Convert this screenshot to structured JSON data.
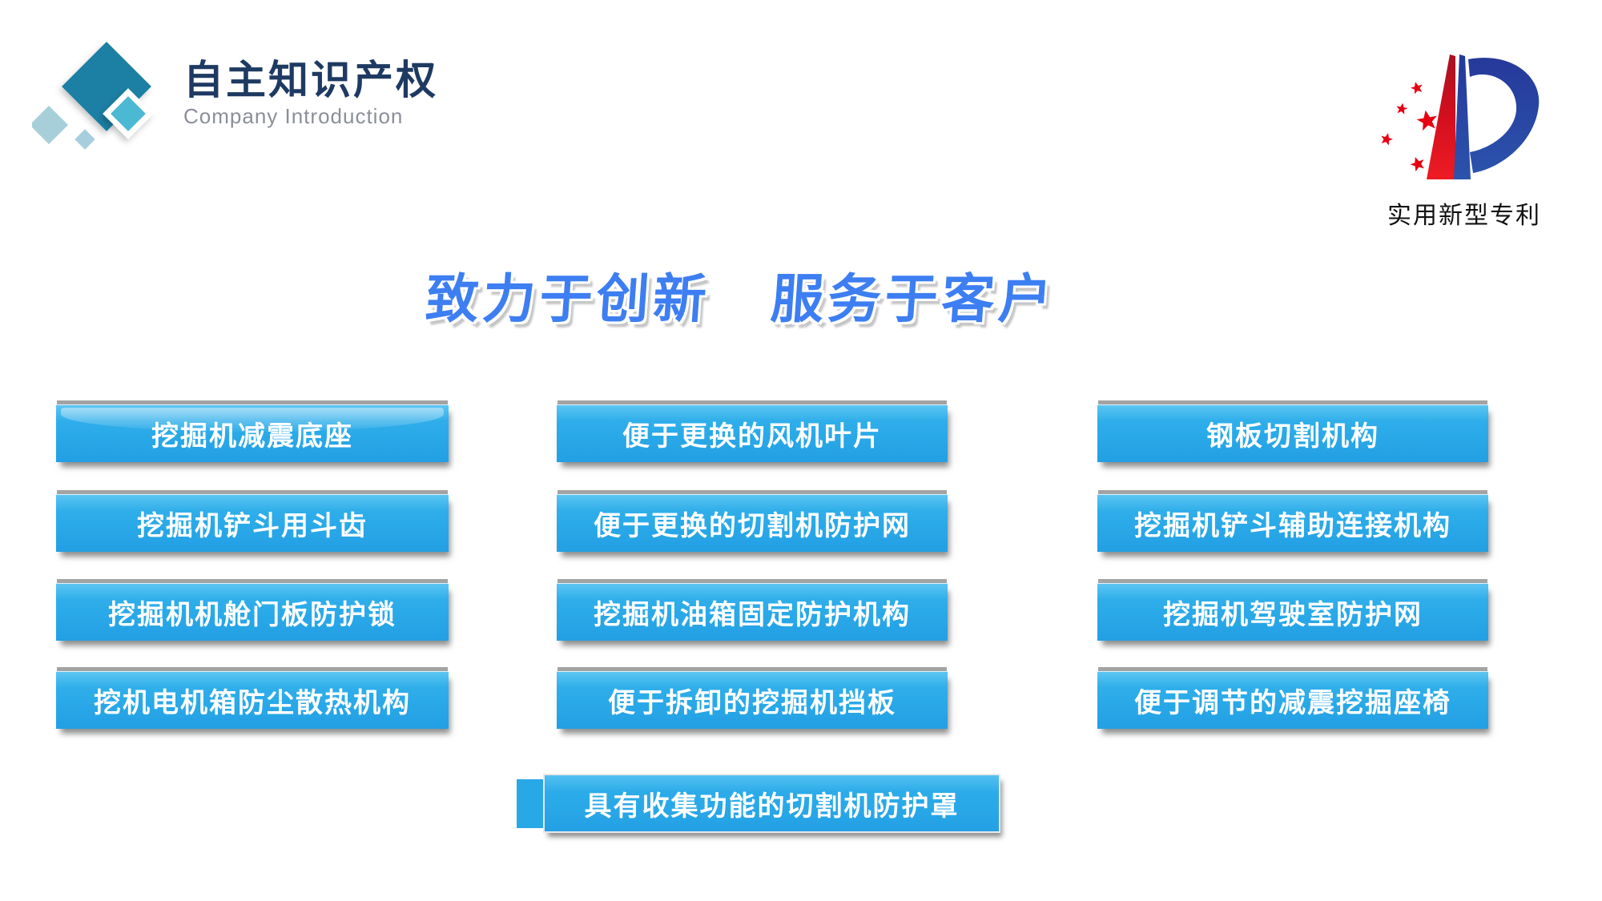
{
  "brand": {
    "title": "自主知识产权",
    "subtitle": "Company Introduction"
  },
  "patent_badge": {
    "caption": "实用新型专利"
  },
  "slogan": {
    "left": "致力于创新",
    "right": "服务于客户"
  },
  "patents": {
    "column1": [
      "挖掘机减震底座",
      "挖掘机铲斗用斗齿",
      "挖掘机机舱门板防护锁",
      "挖机电机箱防尘散热机构"
    ],
    "column2": [
      "便于更换的风机叶片",
      "便于更换的切割机防护网",
      "挖掘机油箱固定防护机构",
      "便于拆卸的挖掘机挡板"
    ],
    "column3": [
      "钢板切割机构",
      "挖掘机铲斗辅助连接机构",
      "挖掘机驾驶室防护网",
      "便于调节的减震挖掘座椅"
    ],
    "bottom": "具有收集功能的切割机防护罩"
  },
  "icons": {
    "brand_logo": "teal-diamond-cluster-logo",
    "patent_logo": "red-stars-blue-p-patent-logo"
  },
  "colors": {
    "button_blue": "#29A8E8",
    "slogan_blue": "#3D7EF2",
    "brand_navy": "#1E3A62",
    "subtitle_gray": "#8A8F98",
    "star_red": "#E60012",
    "patent_p_blue": "#2B479E",
    "background": "#FFFFFF"
  }
}
